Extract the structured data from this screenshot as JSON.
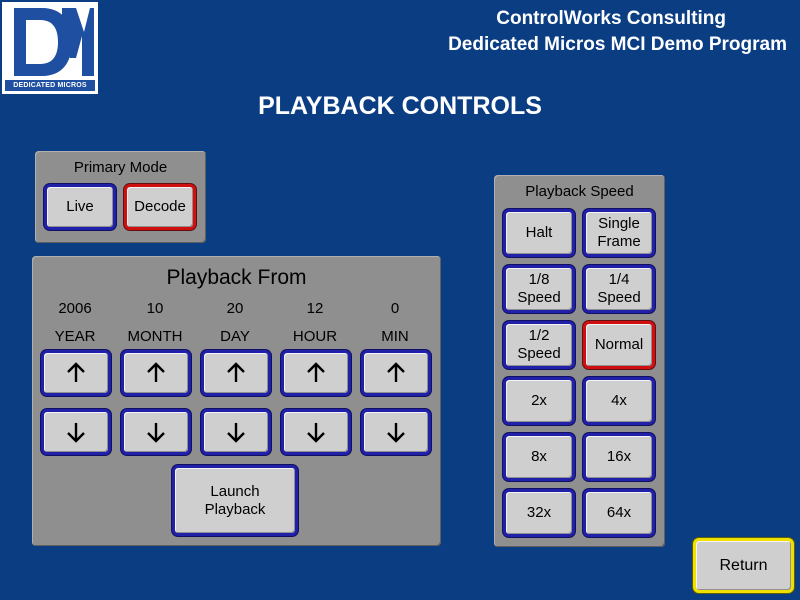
{
  "logo": {
    "caption": "DEDICATED MICROS",
    "accent_color": "#1f4fa0"
  },
  "header": {
    "company": "ControlWorks Consulting",
    "program": "Dedicated Micros MCI Demo Program"
  },
  "page_title": "PLAYBACK CONTROLS",
  "primary_mode": {
    "label": "Primary Mode",
    "buttons": [
      {
        "label": "Live",
        "selected": false
      },
      {
        "label": "Decode",
        "selected": true
      }
    ]
  },
  "playback_from": {
    "label": "Playback From",
    "columns": [
      {
        "value": "2006",
        "label": "YEAR"
      },
      {
        "value": "10",
        "label": "MONTH"
      },
      {
        "value": "20",
        "label": "DAY"
      },
      {
        "value": "12",
        "label": "HOUR"
      },
      {
        "value": "0",
        "label": "MIN"
      }
    ],
    "launch_line1": "Launch",
    "launch_line2": "Playback"
  },
  "playback_speed": {
    "label": "Playback Speed",
    "buttons": [
      {
        "line1": "Halt",
        "line2": "",
        "selected": false
      },
      {
        "line1": "Single",
        "line2": "Frame",
        "selected": false
      },
      {
        "line1": "1/8",
        "line2": "Speed",
        "selected": false
      },
      {
        "line1": "1/4",
        "line2": "Speed",
        "selected": false
      },
      {
        "line1": "1/2",
        "line2": "Speed",
        "selected": false
      },
      {
        "line1": "Normal",
        "line2": "",
        "selected": true
      },
      {
        "line1": "2x",
        "line2": "",
        "selected": false
      },
      {
        "line1": "4x",
        "line2": "",
        "selected": false
      },
      {
        "line1": "8x",
        "line2": "",
        "selected": false
      },
      {
        "line1": "16x",
        "line2": "",
        "selected": false
      },
      {
        "line1": "32x",
        "line2": "",
        "selected": false
      },
      {
        "line1": "64x",
        "line2": "",
        "selected": false
      }
    ]
  },
  "return_label": "Return",
  "colors": {
    "background": "#0b3d83",
    "panel": "#8f8f8f",
    "button_face": "#cfcfcf",
    "button_border": "#2020a8",
    "selected_border": "#d01010",
    "return_border": "#f0e000"
  },
  "icons": {
    "up": "arrow-up-icon",
    "down": "arrow-down-icon"
  }
}
